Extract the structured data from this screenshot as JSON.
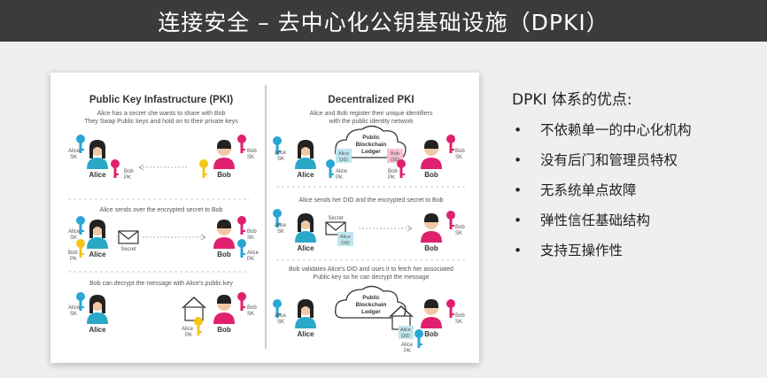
{
  "page": {
    "title": "连接安全 – 去中心化公钥基础设施（DPKI）"
  },
  "diagram": {
    "pki": {
      "title": "Public Key Infastructure (PKI)",
      "step1": [
        "Alice has a secret she wants to share with Bob",
        "They Swap Public keys and hold on to their private keys"
      ],
      "step2": "Alice sends over the encrypted secret to Bob",
      "step3": "Bob can decrypt the message with Alice's public key"
    },
    "dpki": {
      "title": "Decentralized PKI",
      "step1": [
        "Alice and Bob register their unique identifiers",
        "with the public identity network"
      ],
      "step2": "Alice sends her DID and the encrypted secret to Bob",
      "step3": [
        "Bob validates Alice's DID and uses it to fetch her associated",
        "Public key so he can decrypt the message"
      ]
    },
    "labels": {
      "alice": "Alice",
      "bob": "Bob",
      "alice_sk": [
        "Alice",
        "SK"
      ],
      "bob_sk": [
        "Bob",
        "SK"
      ],
      "bob_pk": [
        "Bob",
        "PK"
      ],
      "alice_pk": [
        "Alice",
        "PK"
      ],
      "alice_did": [
        "Alice",
        "DID"
      ],
      "bob_did": [
        "Bob",
        "DID"
      ],
      "secret": "Secret",
      "ledger": [
        "Public",
        "Blockchain",
        "Ledger"
      ]
    }
  },
  "advantages": {
    "title": "DPKI 体系的优点:",
    "items": [
      "不依赖单一的中心化机构",
      "没有后门和管理员特权",
      "无系统单点故障",
      "弹性信任基础结构",
      "支持互操作性"
    ]
  }
}
